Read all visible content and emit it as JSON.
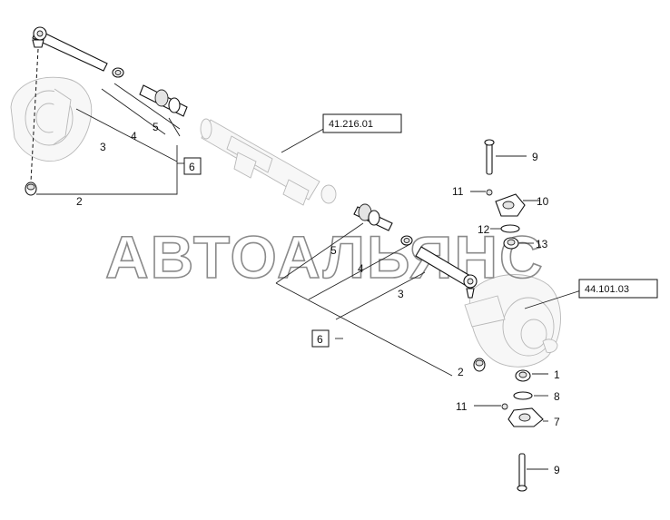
{
  "diagram": {
    "watermark": "АВТОАЛЬЯНС",
    "reference_boxes": [
      "41.216.01",
      "44.101.03"
    ],
    "group_boxes": [
      "6",
      "6"
    ],
    "callouts": {
      "left": [
        "2",
        "3",
        "4",
        "5"
      ],
      "center": [
        "5",
        "4",
        "3",
        "2"
      ],
      "right": [
        "9",
        "11",
        "10",
        "12",
        "13",
        "1",
        "8",
        "11",
        "7",
        "9"
      ]
    }
  }
}
